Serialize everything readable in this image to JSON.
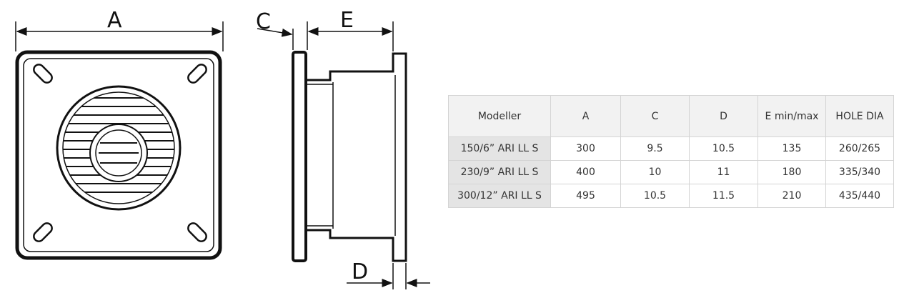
{
  "drawing": {
    "labels": {
      "a": "A",
      "c": "C",
      "e": "E",
      "d": "D"
    }
  },
  "table": {
    "headers": [
      "Modeller",
      "A",
      "C",
      "D",
      "E min/max",
      "HOLE DIA"
    ],
    "rows": [
      [
        "150/6” ARI LL S",
        "300",
        "9.5",
        "10.5",
        "135",
        "260/265"
      ],
      [
        "230/9” ARI LL S",
        "400",
        "10",
        "11",
        "180",
        "335/340"
      ],
      [
        "300/12” ARI LL S",
        "495",
        "10.5",
        "11.5",
        "210",
        "435/440"
      ]
    ]
  },
  "colors": {
    "header_bg": "#f2f2f2",
    "model_bg": "#e4e4e4",
    "line": "#111111"
  }
}
